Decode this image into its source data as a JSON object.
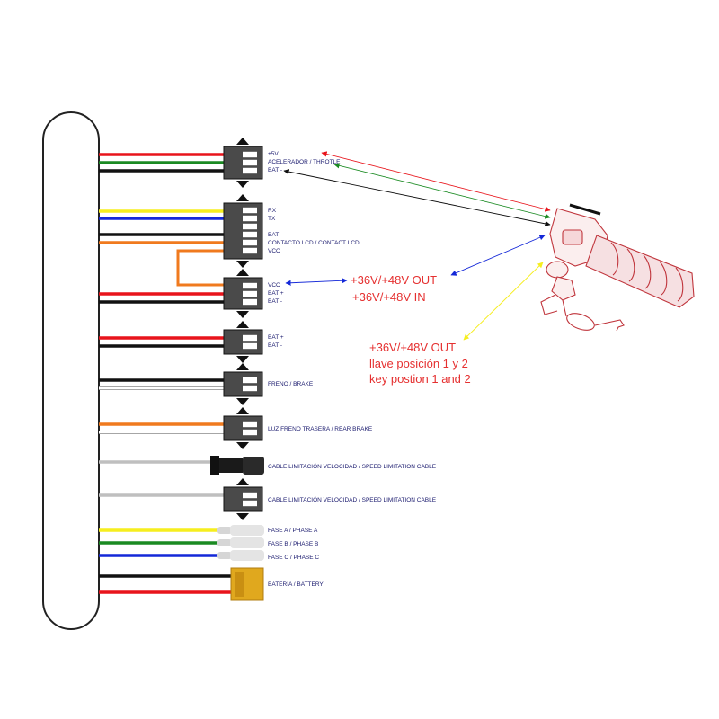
{
  "colors": {
    "red": "#e8141b",
    "green": "#1a8a22",
    "black": "#111111",
    "yellow": "#f6ee1e",
    "blue": "#1428d8",
    "orange": "#f07a1e",
    "white": "#ffffff",
    "grey": "#bfbfbf",
    "label": "#1a1a6e",
    "note": "#e53030",
    "battery_connector": "#e0a81e"
  },
  "connectors": {
    "throttle": {
      "labels": [
        "+5V",
        "ACELERADOR / THROTLE",
        "BAT -"
      ],
      "wires": [
        "red",
        "green",
        "black"
      ]
    },
    "display": {
      "labels": [
        "RX",
        "TX",
        "BAT -",
        "CONTACTO LCD / CONTACT LCD",
        "VCC"
      ],
      "wires": [
        "yellow",
        "blue",
        "black",
        "orange",
        "orange"
      ]
    },
    "key_switch": {
      "labels": [
        "VCC",
        "BAT +",
        "BAT -"
      ],
      "wires": [
        "orange",
        "red",
        "black"
      ]
    },
    "battery_aux": {
      "labels": [
        "BAT +",
        "BAT -"
      ],
      "wires": [
        "red",
        "black"
      ]
    },
    "brake": {
      "label": "FRENO / BRAKE",
      "wires": [
        "black",
        "white"
      ]
    },
    "rear_brake": {
      "label": "LUZ FRENO TRASERA / REAR BRAKE",
      "wires": [
        "orange",
        "white"
      ]
    },
    "speed_limit_1": {
      "label": "CABLE LIMITACIÓN VELOCIDAD / SPEED LIMITATION CABLE",
      "wires": [
        "grey"
      ]
    },
    "speed_limit_2": {
      "label": "CABLE LIMITACIÓN VELOCIDAD / SPEED LIMITATION CABLE",
      "wires": [
        "grey"
      ]
    },
    "phase_a": {
      "label": "FASE A / PHASE A",
      "wires": [
        "yellow"
      ]
    },
    "phase_b": {
      "label": "FASE B / PHASE B",
      "wires": [
        "green"
      ]
    },
    "phase_c": {
      "label": "FASE C / PHASE C",
      "wires": [
        "blue"
      ]
    },
    "battery": {
      "label": "BATERÍA / BATTERY",
      "wires": [
        "black",
        "red"
      ]
    }
  },
  "notes": {
    "out_line": "+36V/+48V OUT",
    "in_line": "+36V/+48V IN",
    "key_out": "+36V/+48V OUT",
    "key_es": "llave posición 1 y 2",
    "key_en": "key postion 1 and 2"
  },
  "icons": {
    "controller": "controller-body-icon",
    "throttle": "throttle-grip-icon",
    "key": "ignition-key-icon"
  }
}
